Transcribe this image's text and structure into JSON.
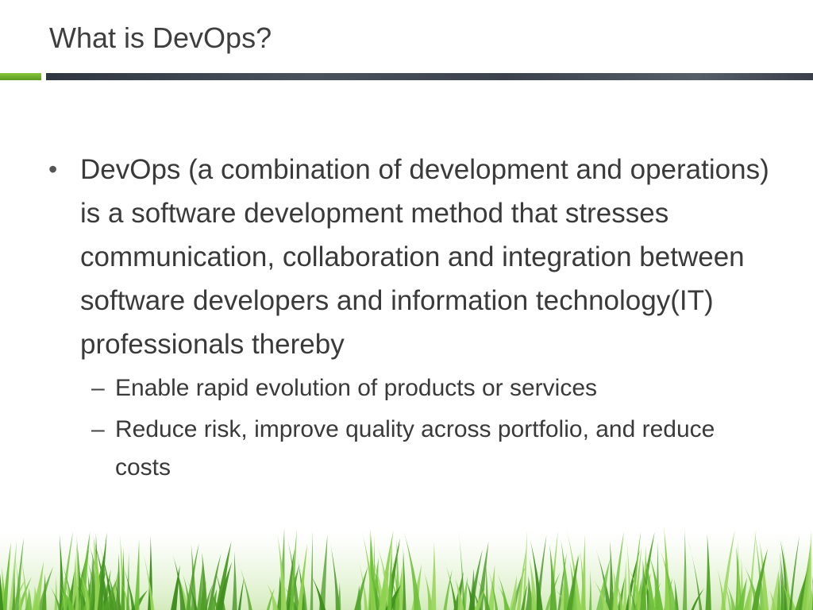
{
  "slide": {
    "title": "What is DevOps?",
    "bullet": {
      "marker": "•",
      "text": "DevOps (a combination of development and operations) is a software development method that stresses communication, collaboration and integration between software developers and information technology(IT) professionals thereby"
    },
    "sub_bullets": [
      {
        "marker": "–",
        "text": "Enable rapid evolution of products or services"
      },
      {
        "marker": "–",
        "text": "Reduce risk, improve quality across portfolio, and reduce costs"
      }
    ]
  },
  "colors": {
    "title_text": "#3f3f3f",
    "body_text": "#3a3a3a",
    "accent_green": "#6fb02e",
    "accent_dark": "#3b424b",
    "grass_light": "#8fd14f",
    "grass_dark": "#3f8f1e"
  },
  "decorations": {
    "footer": "grass-image"
  }
}
